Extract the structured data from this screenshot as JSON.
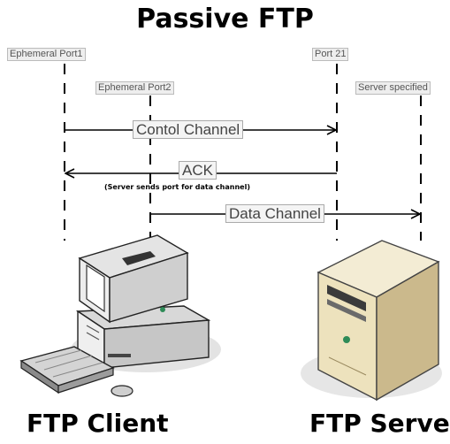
{
  "title": "Passive FTP",
  "ports": {
    "client_control": "Ephemeral Port1",
    "client_data": "Ephemeral Port2",
    "server_control": "Port 21",
    "server_data": "Server specified"
  },
  "channels": {
    "control": "Contol Channel",
    "ack": "ACK",
    "ack_note": "(Server sends port for data channel)",
    "data": "Data Channel"
  },
  "labels": {
    "client": "FTP Client",
    "server": "FTP Server"
  },
  "icons": {
    "client": "desktop-computer-icon",
    "server": "tower-server-icon"
  }
}
